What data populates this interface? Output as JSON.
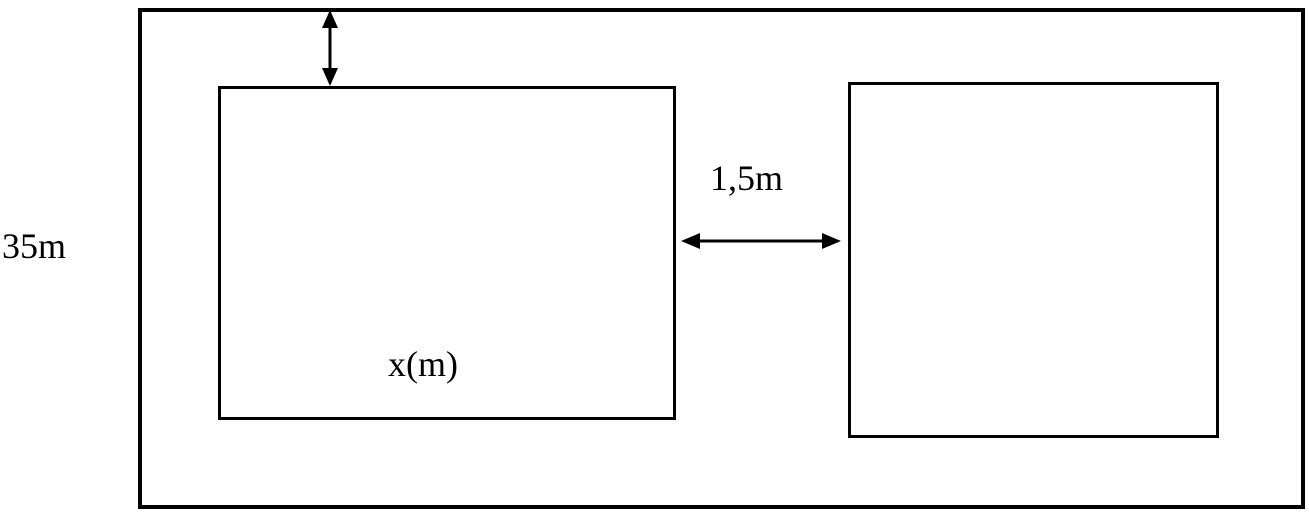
{
  "diagram": {
    "description": "Plan view: large outer rectangle containing two inner rectangles with dimension annotations",
    "labels": {
      "outer_height": "35m",
      "gap_between_rectangles": "1,5m",
      "left_rectangle_dimension": "x(m)"
    },
    "icons": {
      "vertical_gap_arrow": "double-headed-arrow-vertical",
      "horizontal_gap_arrow": "double-headed-arrow-horizontal"
    },
    "colors": {
      "stroke": "#000000",
      "background": "#ffffff"
    }
  }
}
